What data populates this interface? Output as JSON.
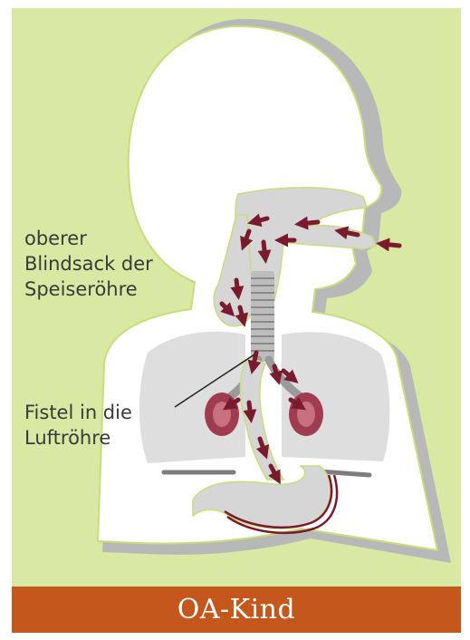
{
  "labels": {
    "pouch": [
      "oberer",
      "Blindsack der",
      "Speiseröhre"
    ],
    "fistula": [
      "Fistel in die",
      "Luftröhre"
    ]
  },
  "footer": {
    "title": "OA-Kind"
  },
  "colors": {
    "background": "#d9e8a2",
    "body_fill": "#ffffff",
    "body_shadow": "#b8b8b8",
    "outline": "#c9dd7a",
    "lung": "#dcdcdc",
    "arrow": "#7a1a2e",
    "banner": "#c4581c"
  }
}
